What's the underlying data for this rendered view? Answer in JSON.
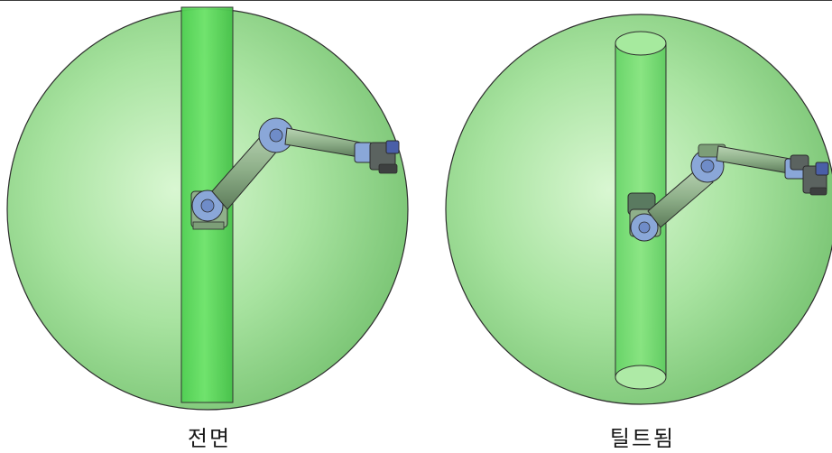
{
  "views": [
    {
      "id": "front",
      "caption": "전면"
    },
    {
      "id": "tilted",
      "caption": "틸트됨"
    }
  ],
  "colors": {
    "sphere_fill": "#9fe09a",
    "sphere_center": "#d6f7d0",
    "sphere_edge": "#5ea85a",
    "cylinder_fill": "#5fd45f",
    "outline": "#2b2b2b",
    "robot_link": "#8fb08a",
    "robot_joint": "#8aa7d8",
    "robot_cap": "#4a5fa8",
    "robot_dark": "#3d4040"
  },
  "icons": [
    "robot-arm-icon"
  ]
}
